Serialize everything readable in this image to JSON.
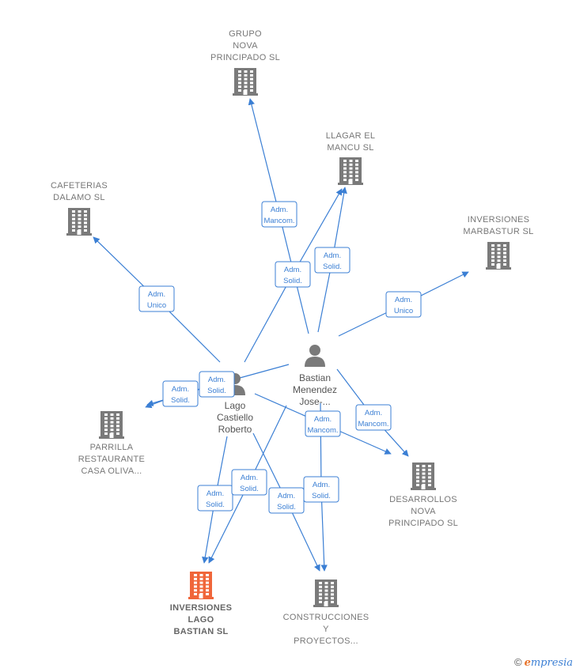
{
  "colors": {
    "edge": "#3b7fd4",
    "company": "#7a7a7a",
    "focus_company": "#f0663a",
    "person": "#7a7a7a"
  },
  "companies": [
    {
      "id": "grupo",
      "icon": "building-icon",
      "focus": false,
      "label": [
        "GRUPO",
        "NOVA",
        "PRINCIPADO SL"
      ]
    },
    {
      "id": "llagar",
      "icon": "building-icon",
      "focus": false,
      "label": [
        "LLAGAR EL",
        "MANCU  SL"
      ]
    },
    {
      "id": "cafeterias",
      "icon": "building-icon",
      "focus": false,
      "label": [
        "CAFETERIAS",
        "DALAMO  SL"
      ]
    },
    {
      "id": "marbastur",
      "icon": "building-icon",
      "focus": false,
      "label": [
        "INVERSIONES",
        "MARBASTUR SL"
      ]
    },
    {
      "id": "parrilla",
      "icon": "building-icon",
      "focus": false,
      "label": [
        "PARRILLA",
        "RESTAURANTE",
        "CASA OLIVA..."
      ]
    },
    {
      "id": "desarrollos",
      "icon": "building-icon",
      "focus": false,
      "label": [
        "DESARROLLOS",
        "NOVA",
        "PRINCIPADO SL"
      ]
    },
    {
      "id": "inversiones_lago",
      "icon": "building-icon",
      "focus": true,
      "label": [
        "INVERSIONES",
        "LAGO",
        "BASTIAN  SL"
      ]
    },
    {
      "id": "construcciones",
      "icon": "building-icon",
      "focus": false,
      "label": [
        "CONSTRUCCIONES",
        "Y",
        "PROYECTOS..."
      ]
    }
  ],
  "persons": [
    {
      "id": "bastian",
      "icon": "person-icon",
      "label": [
        "Bastian",
        "Menendez",
        "Jose-..."
      ]
    },
    {
      "id": "lago",
      "icon": "person-icon",
      "label": [
        "Lago",
        "Castiello",
        "Roberto"
      ]
    }
  ],
  "edges": [
    {
      "id": "bastian-grupo",
      "label": [
        "Adm.",
        "Mancom."
      ]
    },
    {
      "id": "bastian-llagar",
      "label": [
        "Adm.",
        "Solid."
      ]
    },
    {
      "id": "lago-llagar",
      "label": [
        "Adm.",
        "Solid."
      ]
    },
    {
      "id": "lago-cafeterias",
      "label": [
        "Adm.",
        "Unico"
      ]
    },
    {
      "id": "bastian-marbastur",
      "label": [
        "Adm.",
        "Unico"
      ]
    },
    {
      "id": "lago-parrilla",
      "label": [
        "Adm.",
        "Solid."
      ]
    },
    {
      "id": "bastian-parrilla",
      "label": [
        "Adm.",
        "Solid."
      ]
    },
    {
      "id": "lago-desarrollos",
      "label": [
        "Adm.",
        "Mancom."
      ]
    },
    {
      "id": "bastian-desarrollos",
      "label": [
        "Adm.",
        "Mancom."
      ]
    },
    {
      "id": "lago-inversiones",
      "label": [
        "Adm.",
        "Solid."
      ]
    },
    {
      "id": "bastian-inversiones",
      "label": [
        "Adm.",
        "Solid."
      ]
    },
    {
      "id": "lago-construcciones",
      "label": [
        "Adm.",
        "Solid."
      ]
    },
    {
      "id": "bastian-construcciones",
      "label": [
        "Adm.",
        "Solid."
      ]
    }
  ],
  "watermark": {
    "copyright": "©",
    "brand_first": "e",
    "brand_rest": "mpresia"
  }
}
